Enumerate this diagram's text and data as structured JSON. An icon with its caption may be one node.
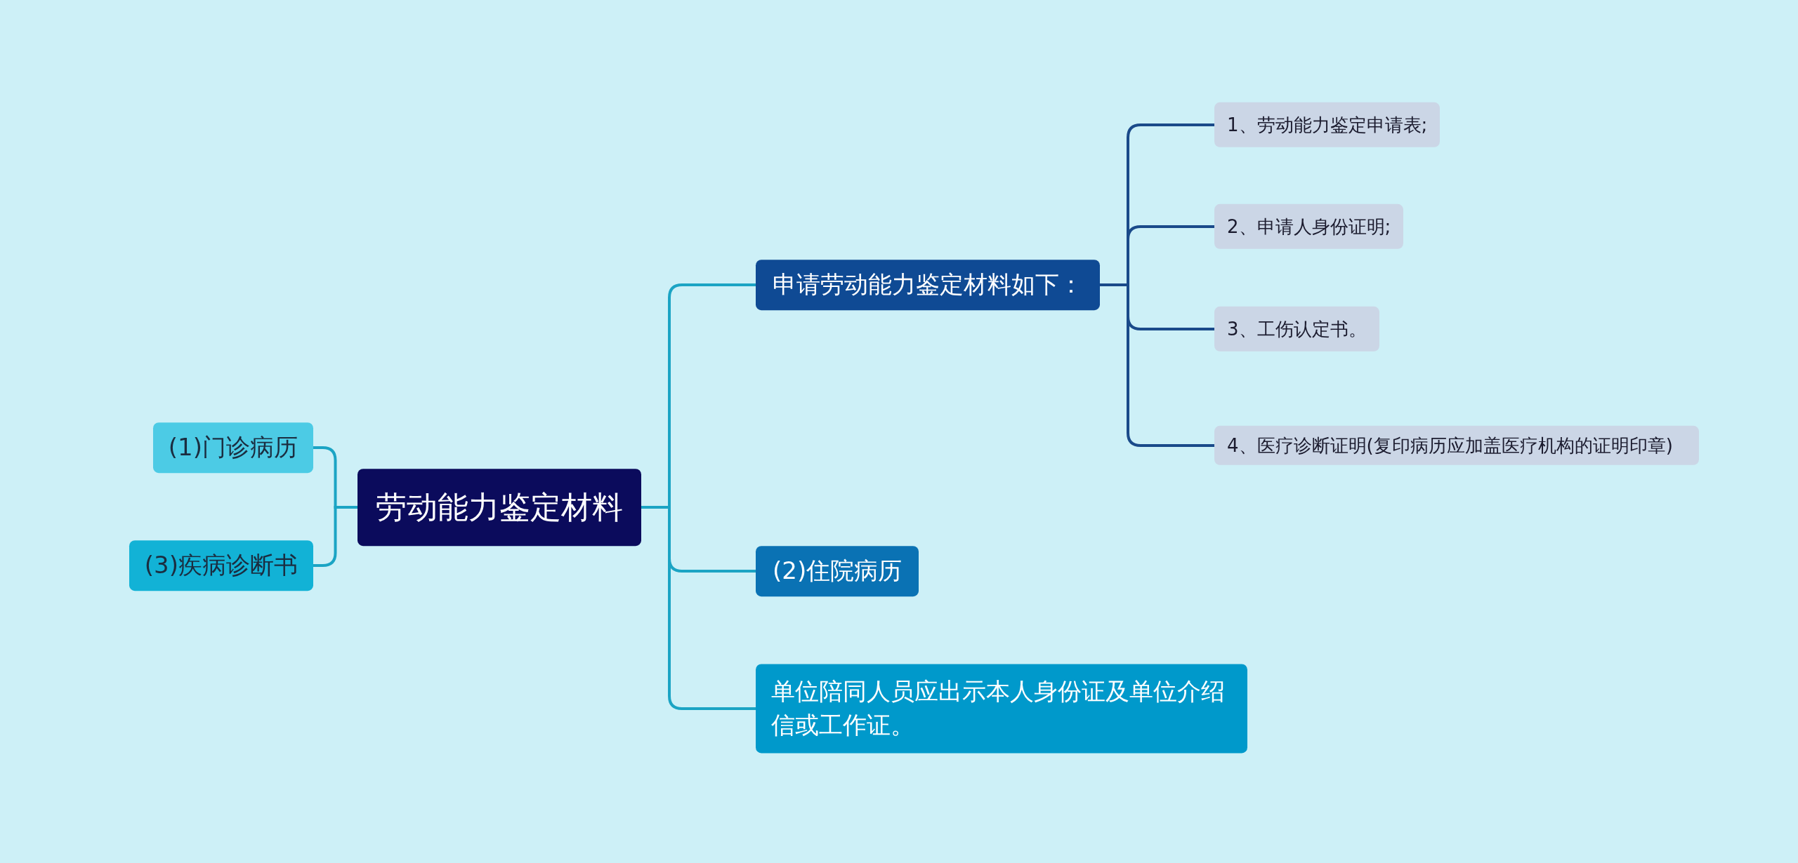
{
  "diagram": {
    "nodes": [
      {
        "text": [
          "劳动能力鉴定材料"
        ]
      },
      {
        "text": [
          "(1)门诊病历"
        ]
      },
      {
        "text": [
          "(3)疾病诊断书"
        ]
      },
      {
        "text": [
          "申请劳动能力鉴定材料如下："
        ]
      },
      {
        "text": [
          "(2)住院病历"
        ]
      },
      {
        "text": [
          "单位陪同人员应出示本人身份证及单位介绍信或工作证。"
        ]
      },
      {
        "text": [
          "1、劳动能力鉴定申请表;"
        ]
      },
      {
        "text": [
          "2、申请人身份证明;"
        ]
      },
      {
        "text": [
          "3、工伤认定书。"
        ]
      },
      {
        "text": [
          "4、医疗诊断证明(复印病历应加盖医疗机构的证明印章)"
        ]
      }
    ],
    "edges": [
      {
        "from": 0,
        "to": 1,
        "arrow": "none"
      },
      {
        "from": 0,
        "to": 2,
        "arrow": "none"
      },
      {
        "from": 0,
        "to": 3,
        "arrow": "none"
      },
      {
        "from": 0,
        "to": 4,
        "arrow": "none"
      },
      {
        "from": 0,
        "to": 5,
        "arrow": "none"
      },
      {
        "from": 3,
        "to": 6,
        "arrow": "none",
        "color": "#1a4a8a"
      },
      {
        "from": 3,
        "to": 7,
        "arrow": "none",
        "color": "#1a4a8a"
      },
      {
        "from": 3,
        "to": 8,
        "arrow": "none",
        "color": "#1a4a8a"
      },
      {
        "from": 3,
        "to": 9,
        "arrow": "none",
        "color": "#1a4a8a"
      }
    ]
  }
}
